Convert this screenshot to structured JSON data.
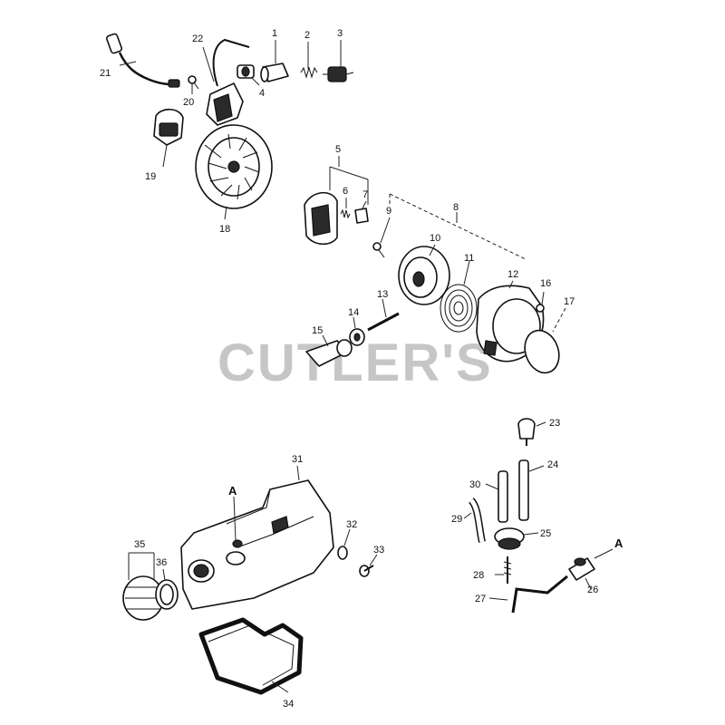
{
  "watermark": "CUTLER'S",
  "callouts": {
    "p1": "1",
    "p2": "2",
    "p3": "3",
    "p4": "4",
    "p5": "5",
    "p6": "6",
    "p7": "7",
    "p8": "8",
    "p9": "9",
    "p10": "10",
    "p11": "11",
    "p12": "12",
    "p13": "13",
    "p14": "14",
    "p15": "15",
    "p16": "16",
    "p17": "17",
    "p18": "18",
    "p19": "19",
    "p20": "20",
    "p21": "21",
    "p22": "22",
    "p23": "23",
    "p24": "24",
    "p25": "25",
    "p26": "26",
    "p27": "27",
    "p28": "28",
    "p29": "29",
    "p30": "30",
    "p31": "31",
    "p32": "32",
    "p33": "33",
    "p34": "34",
    "p35": "35",
    "p36": "36",
    "refA_tank": "A",
    "refA_line": "A"
  }
}
